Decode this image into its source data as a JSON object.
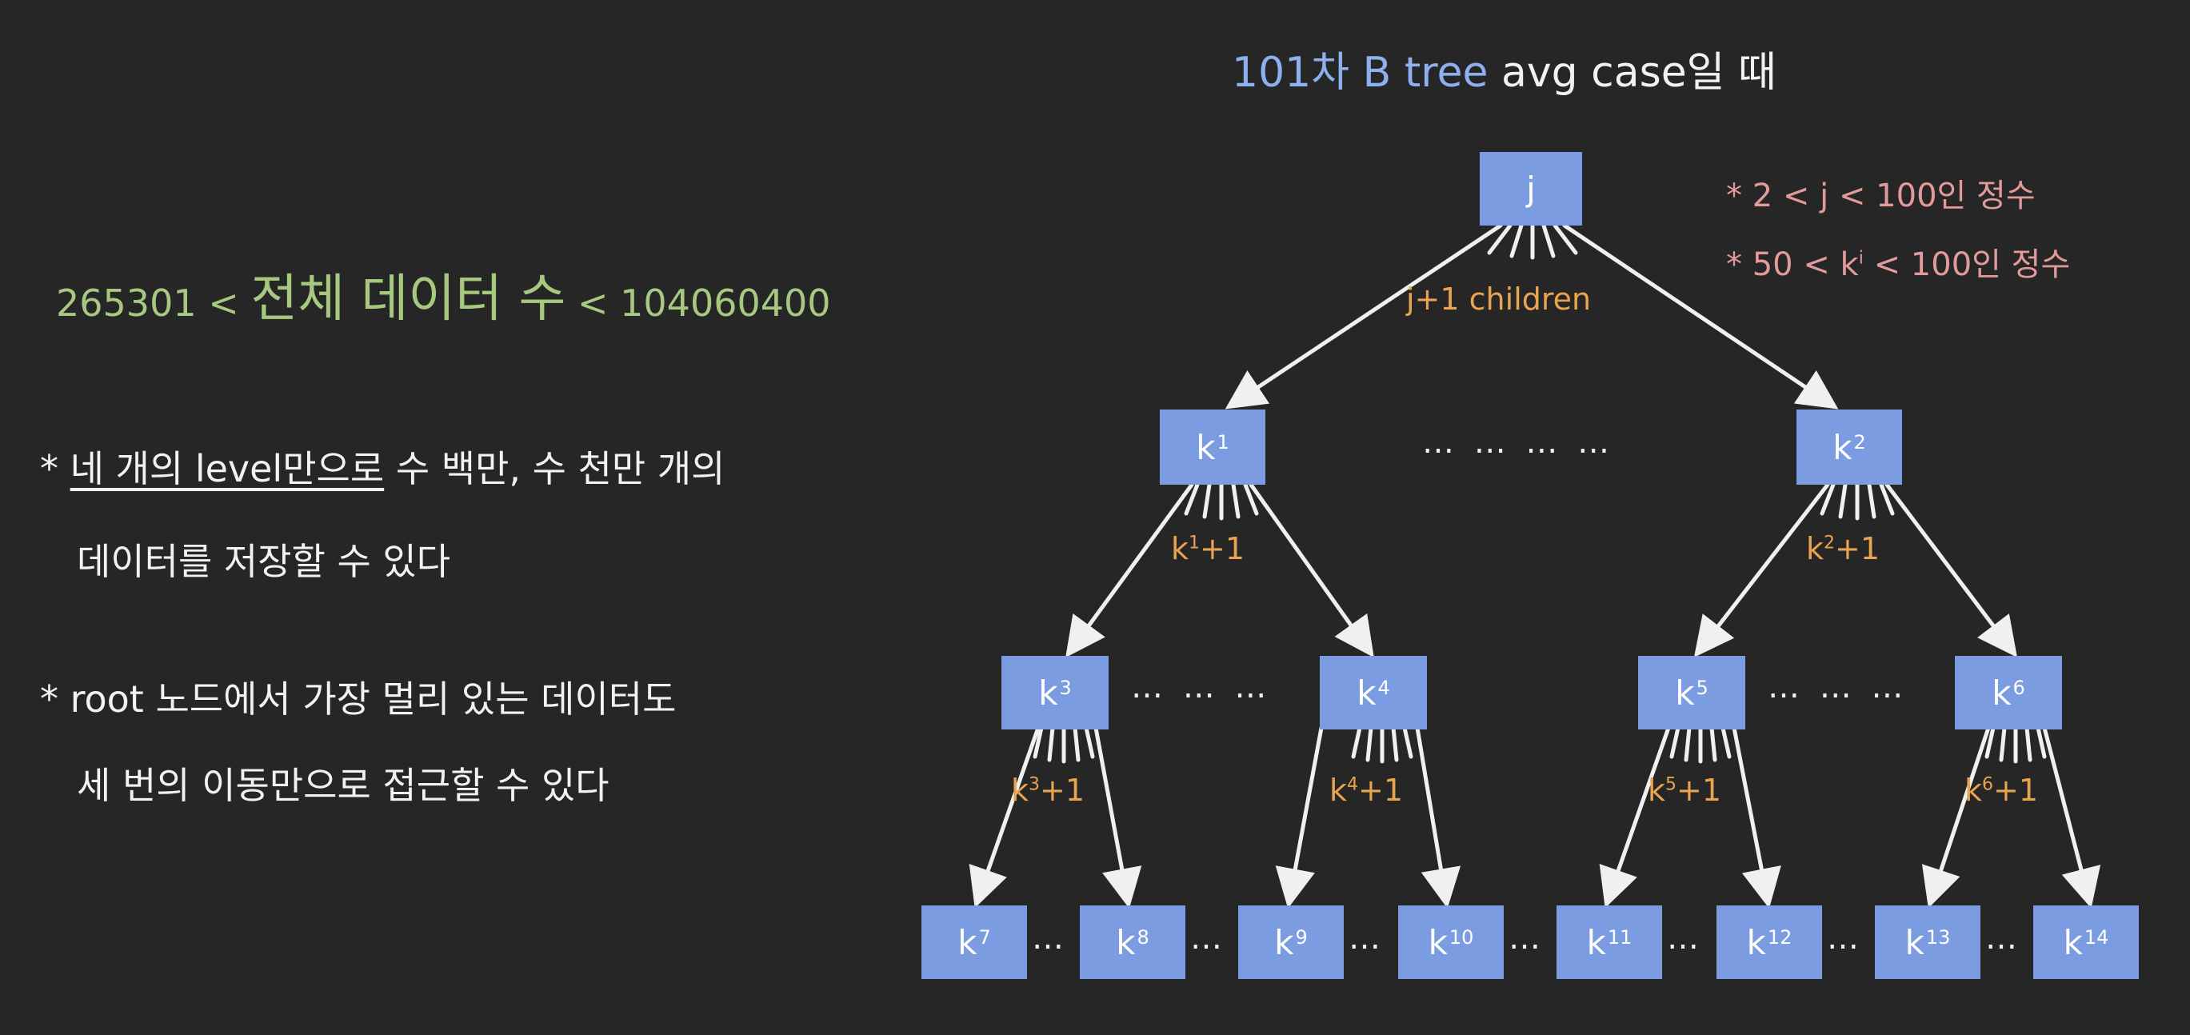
{
  "title": {
    "prefix": "101차 B tree",
    "suffix": "avg case일 때"
  },
  "constraints": [
    "* 2 < j < 100인 정수",
    "* 50 < ki < 100인 정수"
  ],
  "total": {
    "lower": "265301 <",
    "label": "전체 데이터 수",
    "upper": "< 104060400"
  },
  "notes": {
    "n1_marker": "*",
    "n1_underlined": "네 개의 level만으로",
    "n1_rest": "수 백만, 수 천만 개의",
    "n1_line2": "데이터를 저장할 수 있다",
    "n2_line1": "* root 노드에서 가장 멀리 있는 데이터도",
    "n2_line2": "세 번의 이동만으로 접근할 수 있다"
  },
  "tree": {
    "root": "j",
    "root_children_label": "j+1 children",
    "k_base": "k",
    "plus_one": "+1",
    "level1": [
      "1",
      "2"
    ],
    "level2": [
      "3",
      "4",
      "5",
      "6"
    ],
    "level3": [
      "7",
      "8",
      "9",
      "10",
      "11",
      "12",
      "13",
      "14"
    ],
    "dots_long": "… … … …",
    "dots_mid": "… … …",
    "dots_small": "…"
  },
  "colors": {
    "background": "#262626",
    "node_fill": "#7b9ce0",
    "title_accent": "#8fb0ee",
    "total_text": "#a6c97f",
    "constraint_text": "#e39a9a",
    "children_label": "#e8a44e"
  }
}
